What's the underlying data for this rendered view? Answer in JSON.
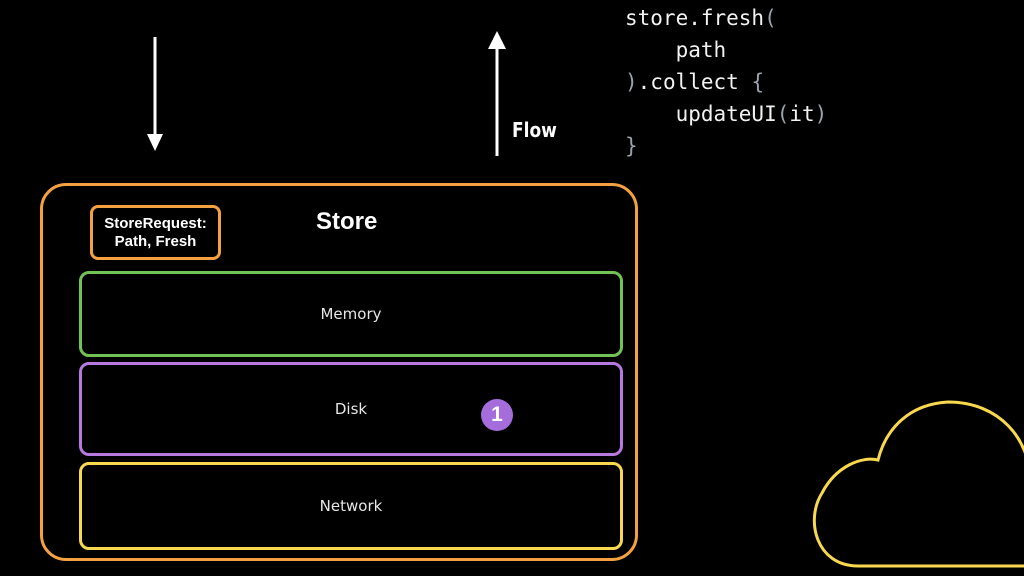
{
  "code": {
    "lines": [
      {
        "a": "store.fresh",
        "b": "("
      },
      {
        "a": "    path",
        "b": ""
      },
      {
        "a": "",
        "b": ")",
        "c": ".collect ",
        "d": "{"
      },
      {
        "a": "    updateUI",
        "b": "(",
        "c": "it",
        "d": ")"
      },
      {
        "a": "",
        "b": "}"
      }
    ]
  },
  "flow": {
    "label": "Flow"
  },
  "store": {
    "title": "Store",
    "request": {
      "line1": "StoreRequest:",
      "line2": "Path, Fresh"
    },
    "layers": {
      "memory": "Memory",
      "disk": "Disk",
      "network": "Network"
    },
    "badge": "1"
  },
  "colors": {
    "store_border": "#f4a142",
    "memory": "#71c356",
    "disk": "#b779e0",
    "network": "#f8d84e",
    "badge": "#a56ddc",
    "cloud": "#f8d84e"
  }
}
